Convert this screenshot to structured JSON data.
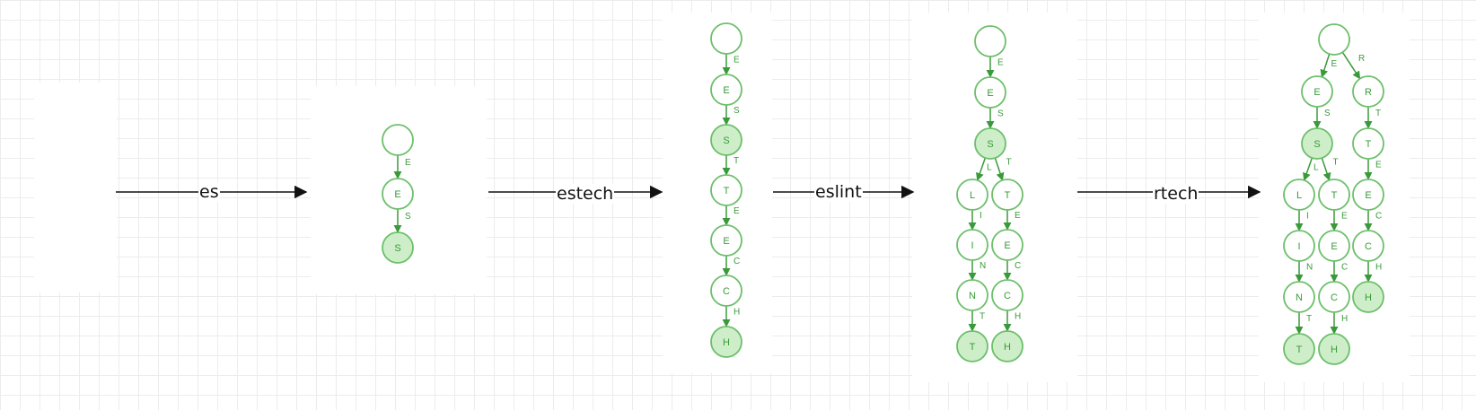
{
  "diagram": {
    "steps": [
      {
        "label": "es"
      },
      {
        "label": "estech"
      },
      {
        "label": "eslint"
      },
      {
        "label": "rtech"
      }
    ],
    "colors": {
      "node_stroke": "#6cbf6a",
      "end_fill": "#cdeec9",
      "edge": "#3a9a3a",
      "node_text": "#3a9a3a",
      "arrow": "#111111"
    },
    "tries": [
      {
        "words": [
          "es"
        ],
        "nodes": [
          {
            "id": "root",
            "label": ""
          },
          {
            "id": "e",
            "label": "E"
          },
          {
            "id": "s",
            "label": "S",
            "end": true
          }
        ],
        "edges": [
          {
            "from": "root",
            "to": "e",
            "char": "E"
          },
          {
            "from": "e",
            "to": "s",
            "char": "S"
          }
        ]
      },
      {
        "words": [
          "es",
          "estech"
        ],
        "nodes": [
          {
            "id": "root",
            "label": ""
          },
          {
            "id": "e",
            "label": "E"
          },
          {
            "id": "s",
            "label": "S",
            "end": true
          },
          {
            "id": "t",
            "label": "T"
          },
          {
            "id": "e2",
            "label": "E"
          },
          {
            "id": "c",
            "label": "C"
          },
          {
            "id": "h",
            "label": "H",
            "end": true
          }
        ],
        "edges": [
          {
            "from": "root",
            "to": "e",
            "char": "E"
          },
          {
            "from": "e",
            "to": "s",
            "char": "S"
          },
          {
            "from": "s",
            "to": "t",
            "char": "T"
          },
          {
            "from": "t",
            "to": "e2",
            "char": "E"
          },
          {
            "from": "e2",
            "to": "c",
            "char": "C"
          },
          {
            "from": "c",
            "to": "h",
            "char": "H"
          }
        ]
      },
      {
        "words": [
          "es",
          "estech",
          "eslint"
        ],
        "nodes": [
          {
            "id": "root",
            "label": ""
          },
          {
            "id": "e",
            "label": "E"
          },
          {
            "id": "s",
            "label": "S",
            "end": true
          },
          {
            "id": "l",
            "label": "L"
          },
          {
            "id": "i",
            "label": "I"
          },
          {
            "id": "n",
            "label": "N"
          },
          {
            "id": "t2",
            "label": "T",
            "end": true
          },
          {
            "id": "t",
            "label": "T"
          },
          {
            "id": "e2",
            "label": "E"
          },
          {
            "id": "c",
            "label": "C"
          },
          {
            "id": "h",
            "label": "H",
            "end": true
          }
        ],
        "edges": [
          {
            "from": "root",
            "to": "e",
            "char": "E"
          },
          {
            "from": "e",
            "to": "s",
            "char": "S"
          },
          {
            "from": "s",
            "to": "l",
            "char": "L"
          },
          {
            "from": "s",
            "to": "t",
            "char": "T"
          },
          {
            "from": "l",
            "to": "i",
            "char": "I"
          },
          {
            "from": "i",
            "to": "n",
            "char": "N"
          },
          {
            "from": "n",
            "to": "t2",
            "char": "T"
          },
          {
            "from": "t",
            "to": "e2",
            "char": "E"
          },
          {
            "from": "e2",
            "to": "c",
            "char": "C"
          },
          {
            "from": "c",
            "to": "h",
            "char": "H"
          }
        ]
      },
      {
        "words": [
          "es",
          "estech",
          "eslint",
          "rtech"
        ],
        "nodes": [
          {
            "id": "root",
            "label": ""
          },
          {
            "id": "e",
            "label": "E"
          },
          {
            "id": "s",
            "label": "S",
            "end": true
          },
          {
            "id": "l",
            "label": "L"
          },
          {
            "id": "i",
            "label": "I"
          },
          {
            "id": "n",
            "label": "N"
          },
          {
            "id": "t2",
            "label": "T",
            "end": true
          },
          {
            "id": "t",
            "label": "T"
          },
          {
            "id": "e2",
            "label": "E"
          },
          {
            "id": "c",
            "label": "C"
          },
          {
            "id": "h",
            "label": "H",
            "end": true
          },
          {
            "id": "r",
            "label": "R"
          },
          {
            "id": "rt",
            "label": "T"
          },
          {
            "id": "re",
            "label": "E"
          },
          {
            "id": "rc",
            "label": "C"
          },
          {
            "id": "rh",
            "label": "H",
            "end": true
          }
        ],
        "edges": [
          {
            "from": "root",
            "to": "e",
            "char": "E"
          },
          {
            "from": "root",
            "to": "r",
            "char": "R"
          },
          {
            "from": "e",
            "to": "s",
            "char": "S"
          },
          {
            "from": "s",
            "to": "l",
            "char": "L"
          },
          {
            "from": "s",
            "to": "t",
            "char": "T"
          },
          {
            "from": "l",
            "to": "i",
            "char": "I"
          },
          {
            "from": "i",
            "to": "n",
            "char": "N"
          },
          {
            "from": "n",
            "to": "t2",
            "char": "T"
          },
          {
            "from": "t",
            "to": "e2",
            "char": "E"
          },
          {
            "from": "e2",
            "to": "c",
            "char": "C"
          },
          {
            "from": "c",
            "to": "h",
            "char": "H"
          },
          {
            "from": "r",
            "to": "rt",
            "char": "T"
          },
          {
            "from": "rt",
            "to": "re",
            "char": "E"
          },
          {
            "from": "re",
            "to": "rc",
            "char": "C"
          },
          {
            "from": "rc",
            "to": "rh",
            "char": "H"
          }
        ]
      }
    ]
  }
}
